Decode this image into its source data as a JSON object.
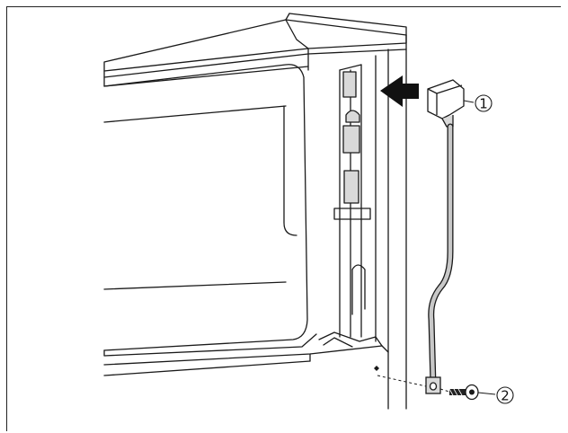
{
  "figure": {
    "callouts": [
      {
        "id": "power-connector",
        "label": "1"
      },
      {
        "id": "ground-screw",
        "label": "2"
      }
    ],
    "colors": {
      "outline": "#1a1a1a",
      "shade": "#d9d9d9",
      "arrow": "#111111",
      "cable": "#c8c8c8"
    }
  }
}
